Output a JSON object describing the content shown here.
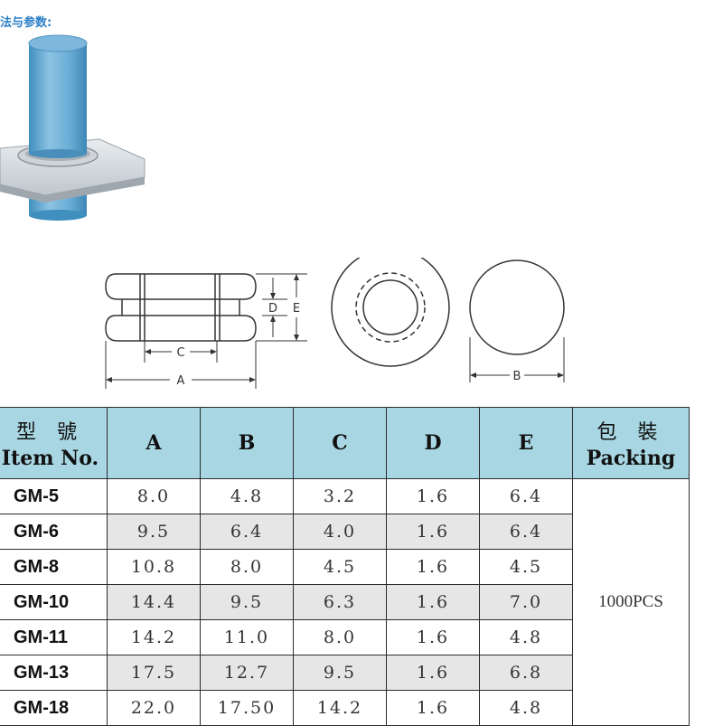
{
  "header": {
    "title": "法与参数:"
  },
  "drawing": {
    "labels": {
      "a": "A",
      "b": "B",
      "c": "C",
      "d": "D",
      "e": "E"
    }
  },
  "table": {
    "columns": [
      {
        "zh": "型 號",
        "en": "Item No."
      },
      {
        "zh": "",
        "en": "A"
      },
      {
        "zh": "",
        "en": "B"
      },
      {
        "zh": "",
        "en": "C"
      },
      {
        "zh": "",
        "en": "D"
      },
      {
        "zh": "",
        "en": "E"
      },
      {
        "zh": "包 裝",
        "en": "Packing"
      }
    ],
    "rows": [
      {
        "item": "GM-5",
        "a": "8.0",
        "b": "4.8",
        "c": "3.2",
        "d": "1.6",
        "e": "6.4"
      },
      {
        "item": "GM-6",
        "a": "9.5",
        "b": "6.4",
        "c": "4.0",
        "d": "1.6",
        "e": "6.4"
      },
      {
        "item": "GM-8",
        "a": "10.8",
        "b": "8.0",
        "c": "4.5",
        "d": "1.6",
        "e": "4.5"
      },
      {
        "item": "GM-10",
        "a": "14.4",
        "b": "9.5",
        "c": "6.3",
        "d": "1.6",
        "e": "7.0"
      },
      {
        "item": "GM-11",
        "a": "14.2",
        "b": "11.0",
        "c": "8.0",
        "d": "1.6",
        "e": "4.8"
      },
      {
        "item": "GM-13",
        "a": "17.5",
        "b": "12.7",
        "c": "9.5",
        "d": "1.6",
        "e": "6.8"
      },
      {
        "item": "GM-18",
        "a": "22.0",
        "b": "17.50",
        "c": "14.2",
        "d": "1.6",
        "e": "4.8"
      }
    ],
    "packing": "1000PCS"
  }
}
